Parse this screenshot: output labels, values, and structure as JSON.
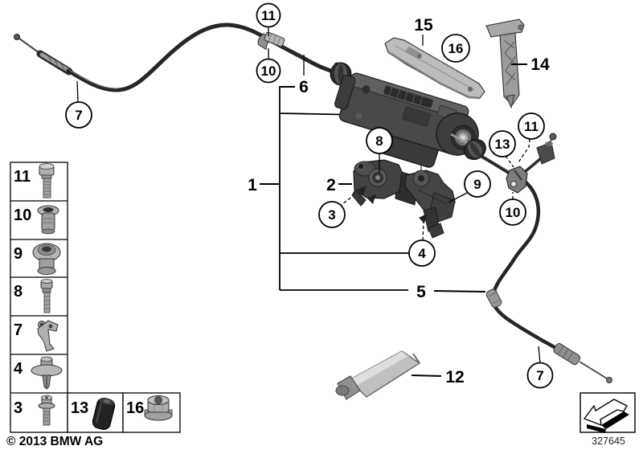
{
  "canvas": {
    "background": "#ffffff",
    "line_color": "#000000"
  },
  "callouts": {
    "circled": [
      {
        "id": "11-left",
        "label": "11"
      },
      {
        "id": "10-left",
        "label": "10"
      },
      {
        "id": "7-left",
        "label": "7"
      },
      {
        "id": "16",
        "label": "16"
      },
      {
        "id": "8",
        "label": "8"
      },
      {
        "id": "13",
        "label": "13"
      },
      {
        "id": "11-right",
        "label": "11"
      },
      {
        "id": "10-right",
        "label": "10"
      },
      {
        "id": "9",
        "label": "9"
      },
      {
        "id": "3",
        "label": "3"
      },
      {
        "id": "4",
        "label": "4"
      },
      {
        "id": "7-right",
        "label": "7"
      }
    ],
    "plain": [
      {
        "id": "15",
        "label": "15"
      },
      {
        "id": "14",
        "label": "14"
      },
      {
        "id": "6",
        "label": "6"
      },
      {
        "id": "1",
        "label": "1"
      },
      {
        "id": "2",
        "label": "2"
      },
      {
        "id": "5",
        "label": "5"
      },
      {
        "id": "12",
        "label": "12"
      }
    ]
  },
  "sidebar": {
    "rows": [
      {
        "label": "11",
        "icon": "hex-flange-bolt-icon"
      },
      {
        "label": "10",
        "icon": "blind-rivet-nut-icon"
      },
      {
        "label": "9",
        "icon": "sealing-grommet-icon"
      },
      {
        "label": "8",
        "icon": "adjuster-pin-icon"
      },
      {
        "label": "7",
        "icon": "cable-holder-clip-icon"
      },
      {
        "label": "4",
        "icon": "expanding-rivet-icon"
      }
    ],
    "bottom_row": [
      {
        "label": "3",
        "icon": "torx-screw-icon"
      },
      {
        "label": "13",
        "icon": "rubber-spacer-icon"
      },
      {
        "label": "16",
        "icon": "flange-nut-icon"
      }
    ]
  },
  "footer": {
    "copyright": "© 2013 BMW AG",
    "diagram_number": "327645",
    "direction_icon": "direction-arrow-icon"
  }
}
